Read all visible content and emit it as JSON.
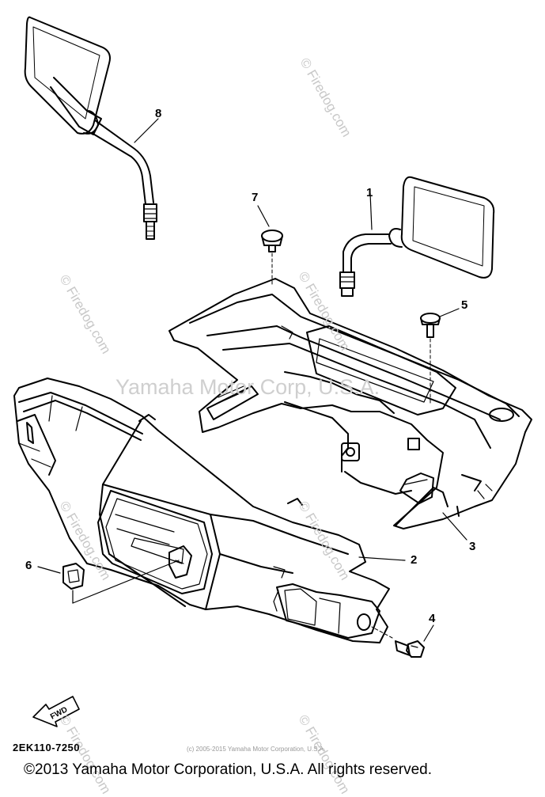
{
  "watermarks": {
    "site": "© Firedog.com",
    "center_text": "Yamaha Motor Corp, U.S.A.",
    "small_notice": "(c) 2005-2015 Yamaha Motor Corporation, U.S.A."
  },
  "callouts": [
    "8",
    "7",
    "1",
    "5",
    "3",
    "2",
    "6",
    "4"
  ],
  "fwd_label": "FWD",
  "part_code": "2EK110-7250",
  "copyright": "©2013 Yamaha Motor Corporation, U.S.A. All rights reserved."
}
